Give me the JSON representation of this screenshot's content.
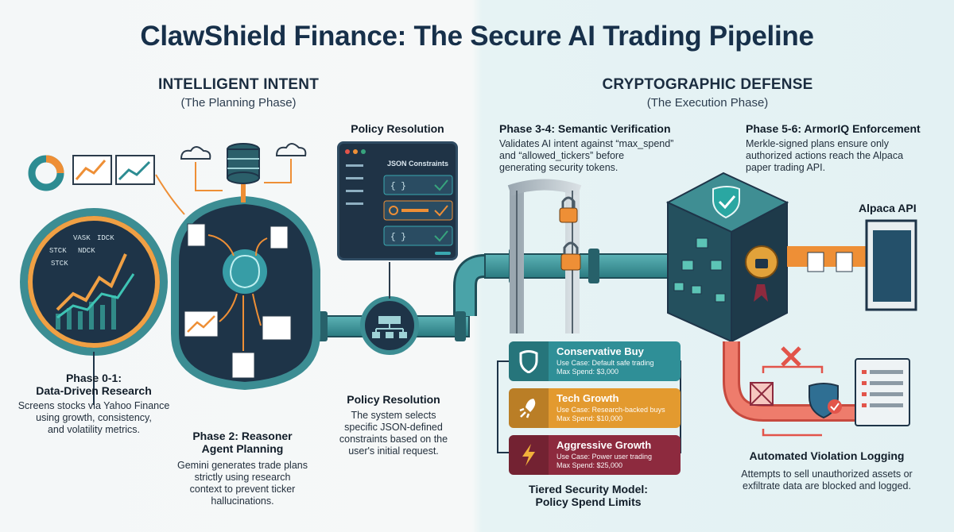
{
  "title": "ClawShield Finance: The Secure AI Trading Pipeline",
  "left_section": {
    "heading": "INTELLIGENT INTENT",
    "subheading": "(The Planning Phase)"
  },
  "right_section": {
    "heading": "CRYPTOGRAPHIC DEFENSE",
    "subheading": "(The Execution Phase)"
  },
  "phase01": {
    "title": "Phase 0-1:",
    "subtitle": "Data-Driven Research",
    "body": [
      "Screens stocks via Yahoo Finance",
      "using growth, consistency,",
      "and volatility metrics."
    ]
  },
  "phase2": {
    "title": "Phase 2: Reasoner",
    "subtitle": "Agent Planning",
    "body": [
      "Gemini generates trade plans",
      "strictly using research",
      "context to prevent ticker",
      "hallucinations."
    ]
  },
  "policy_top": {
    "title": "Policy Resolution",
    "panel_label": "JSON Constraints"
  },
  "policy_bottom": {
    "title": "Policy Resolution",
    "body": [
      "The system selects",
      "specific JSON-defined",
      "constraints based on the",
      "user's initial request."
    ]
  },
  "phase34": {
    "title": "Phase 3-4: Semantic Verification",
    "body": [
      "Validates AI intent against “max_spend”",
      "and “allowed_tickers” before",
      "generating security tokens."
    ]
  },
  "phase56": {
    "title": "Phase 5-6: ArmorIQ Enforcement",
    "body": [
      "Merkle-signed plans ensure only",
      "authorized actions reach the Alpaca",
      "paper trading API."
    ]
  },
  "alpaca": {
    "label": "Alpaca API"
  },
  "violation": {
    "title": "Automated Violation Logging",
    "body": [
      "Attempts to sell unauthorized assets or",
      "exfiltrate data are blocked and logged."
    ]
  },
  "tiers": {
    "caption": [
      "Tiered Security Model:",
      "Policy Spend Limits"
    ],
    "cards": [
      {
        "name": "Conservative Buy",
        "use_case": "Use Case: Default safe trading",
        "max_spend": "Max Spend: $3,000",
        "color": "#2f8f97",
        "icon": "shield-icon"
      },
      {
        "name": "Tech Growth",
        "use_case": "Use Case: Research-backed buys",
        "max_spend": "Max Spend: $10,000",
        "color": "#e39a2f",
        "icon": "rocket-icon"
      },
      {
        "name": "Aggressive Growth",
        "use_case": "Use Case: Power user trading",
        "max_spend": "Max Spend: $25,000",
        "color": "#8d2a3e",
        "icon": "lightning-icon"
      }
    ]
  },
  "monitor_labels": [
    "VASK",
    "IDCK",
    "STCK",
    "NDCK",
    "STCK"
  ],
  "colors": {
    "teal": "#2c8c92",
    "orange": "#ee8f36",
    "navy": "#1e3448",
    "red": "#e2544a",
    "green": "#37a47d",
    "crimson": "#8d2a3e"
  }
}
